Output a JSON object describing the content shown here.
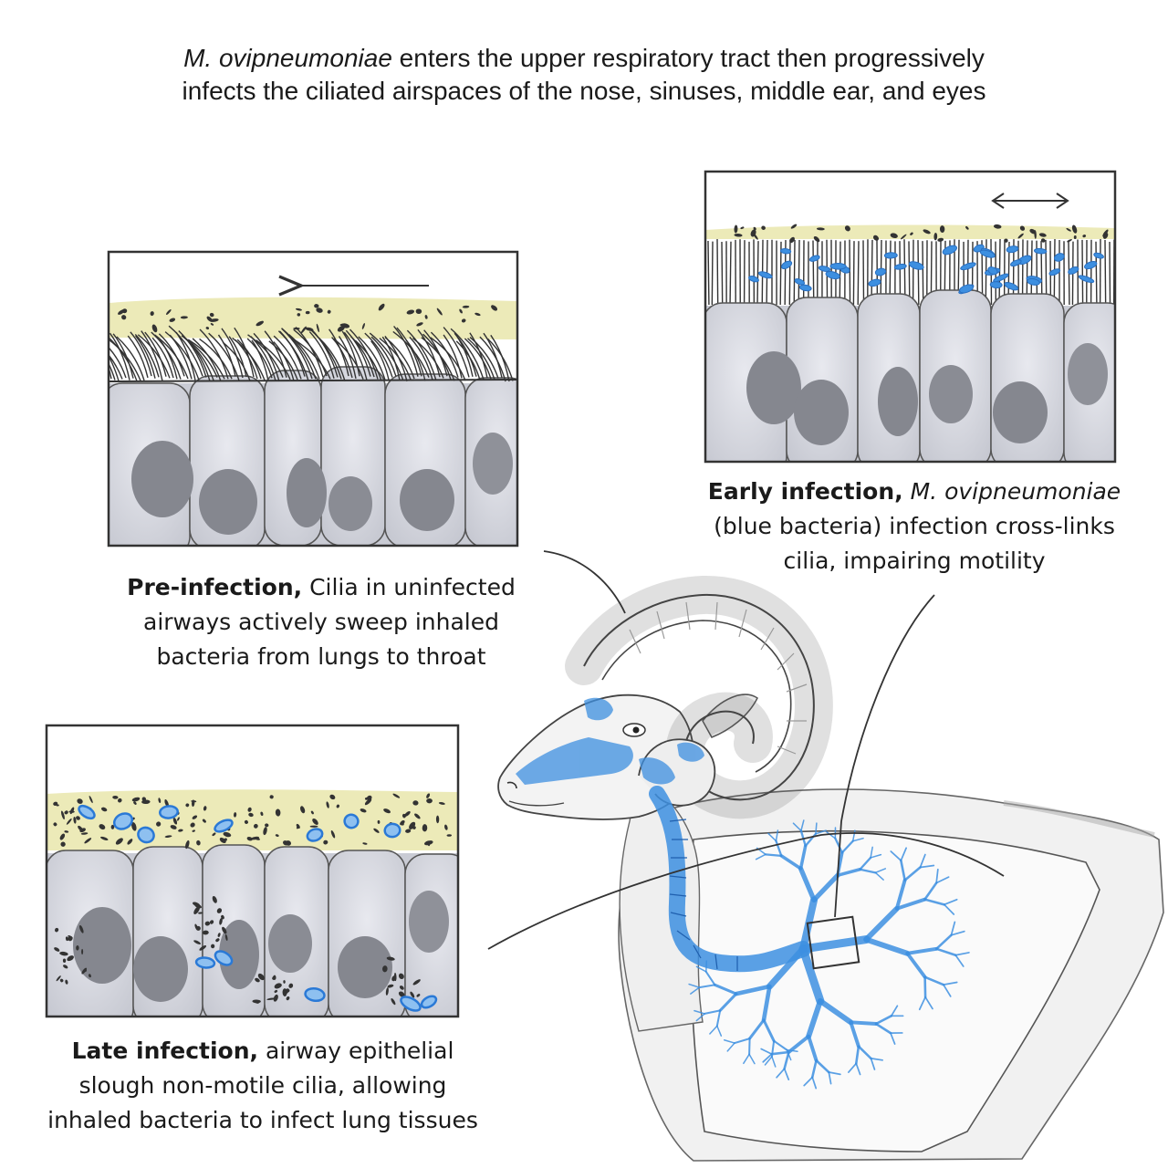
{
  "title": {
    "line1_species": "M. ovipneumoniae",
    "line1_rest": " enters the upper respiratory tract then progressively",
    "line2": "infects the ciliated airspaces of the nose, sinuses, middle ear, and eyes"
  },
  "panels": {
    "pre_infection": {
      "bold": "Pre-infection,",
      "text_line1": " Cilia in uninfected",
      "text_line2": "airways actively sweep inhaled",
      "text_line3": "bacteria from lungs to throat"
    },
    "early_infection": {
      "bold": "Early infection,",
      "species": "M. ovipneumoniae",
      "text_line2": "(blue bacteria) infection cross-links",
      "text_line3": "cilia, impairing motility"
    },
    "late_infection": {
      "bold": "Late infection,",
      "text_line1": " airway epithelial",
      "text_line2": "slough non-motile cilia, allowing",
      "text_line3": "inhaled bacteria to infect lung tissues"
    }
  },
  "colors": {
    "bacteria_blue": "#3d8fe0",
    "mucus_yellow": "#eceab8",
    "cell_gray": "#d4d6de",
    "nucleus_gray": "#85878f",
    "outline": "#333333"
  }
}
